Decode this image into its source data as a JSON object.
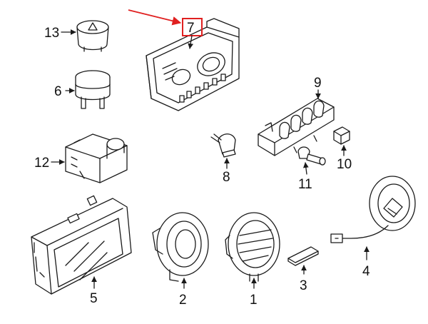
{
  "parts": [
    {
      "id": "p1",
      "number": "1"
    },
    {
      "id": "p2",
      "number": "2"
    },
    {
      "id": "p3",
      "number": "3"
    },
    {
      "id": "p4",
      "number": "4"
    },
    {
      "id": "p5",
      "number": "5"
    },
    {
      "id": "p6",
      "number": "6"
    },
    {
      "id": "p7",
      "number": "7"
    },
    {
      "id": "p8",
      "number": "8"
    },
    {
      "id": "p9",
      "number": "9"
    },
    {
      "id": "p10",
      "number": "10"
    },
    {
      "id": "p11",
      "number": "11"
    },
    {
      "id": "p12",
      "number": "12"
    },
    {
      "id": "p13",
      "number": "13"
    }
  ],
  "highlight": {
    "part": "7",
    "color": "#e02020"
  },
  "colors": {
    "line": "#1a1a1a",
    "background": "#ffffff"
  }
}
